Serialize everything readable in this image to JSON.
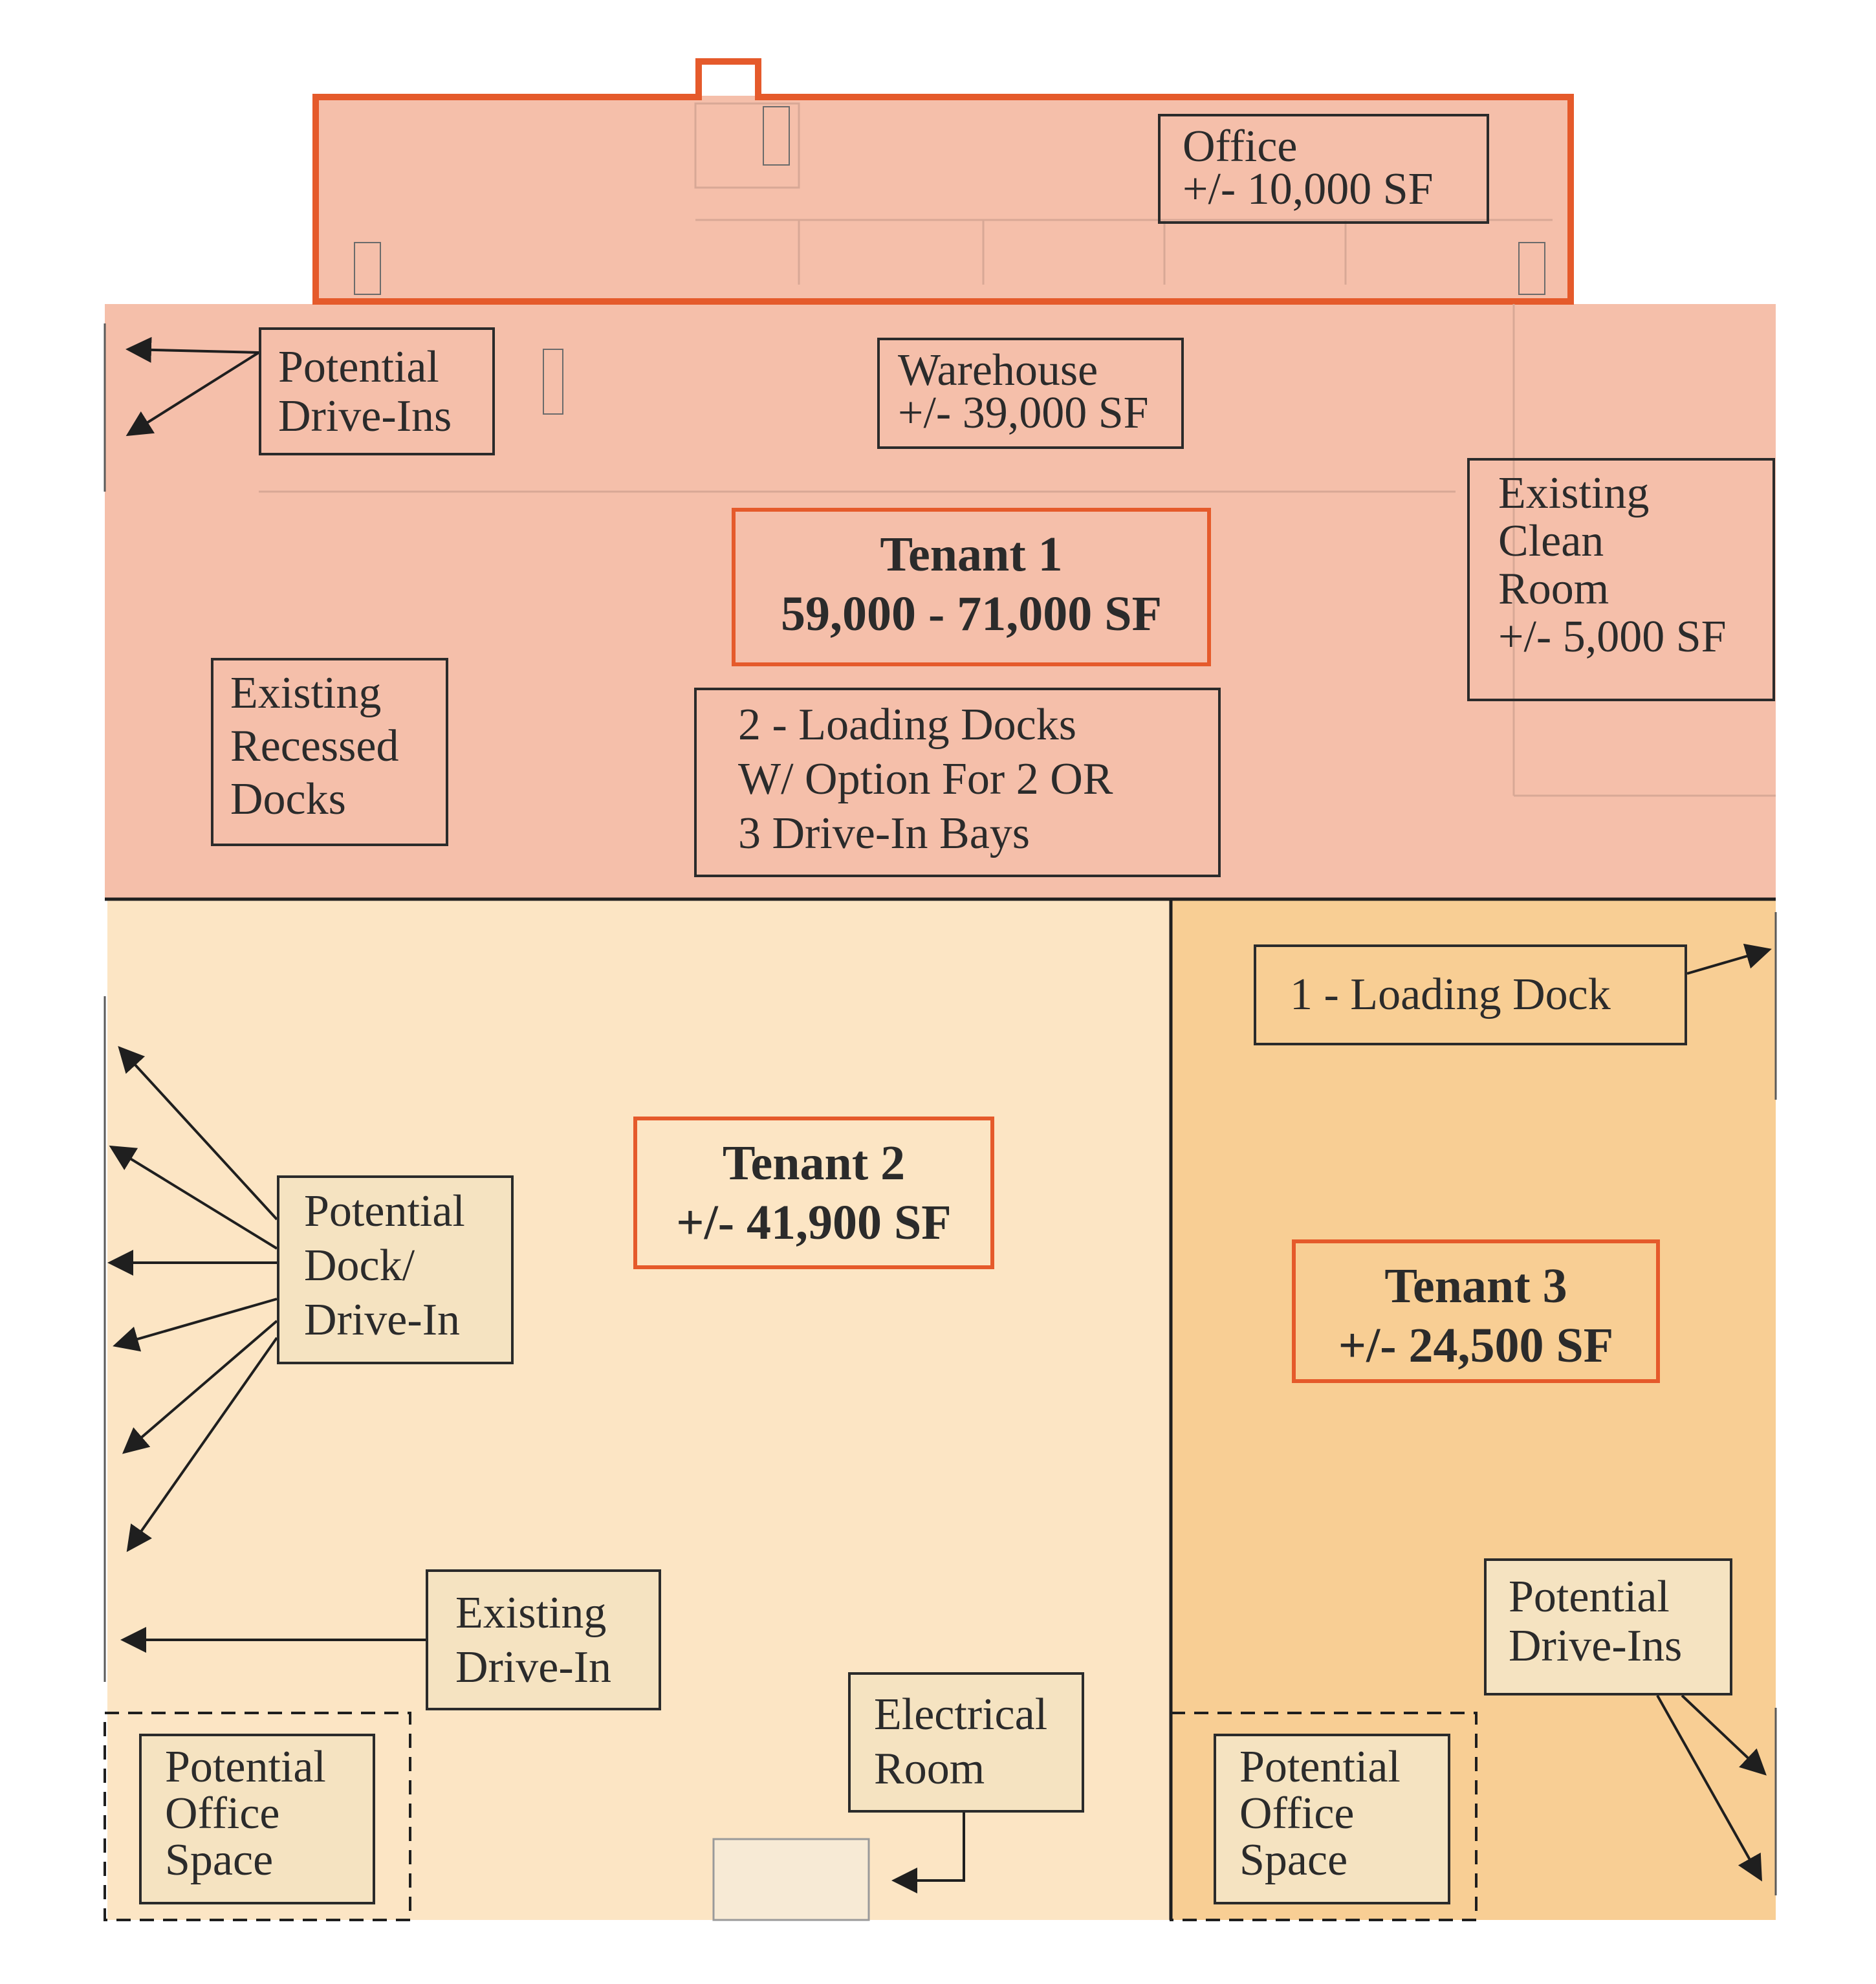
{
  "colors": {
    "tenant1_fill": "#f5bfaa",
    "tenant2_fill": "#fce5c4",
    "tenant3_fill": "#f8ce94",
    "office_outline": "#e55a2b",
    "line": "#1f1f1f",
    "label_fill": "#f5e3c1"
  },
  "areas": {
    "office": {
      "line1": "Office",
      "line2": "+/- 10,000 SF"
    },
    "warehouse": {
      "line1": "Warehouse",
      "line2": "+/- 39,000 SF"
    },
    "clean_room": {
      "line1": "Existing",
      "line2": "Clean",
      "line3": "Room",
      "line4": "+/- 5,000 SF"
    },
    "recessed_docks": {
      "line1": "Existing",
      "line2": "Recessed",
      "line3": "Docks"
    },
    "loading_docks_t1": {
      "line1": "2 - Loading Docks",
      "line2": "W/ Option For 2 OR",
      "line3": "3 Drive-In Bays"
    },
    "drive_ins_t1": {
      "line1": "Potential",
      "line2": "Drive-Ins"
    },
    "dock_drive_in_t2": {
      "line1": "Potential",
      "line2": "Dock/",
      "line3": "Drive-In"
    },
    "existing_drive_in_t2": {
      "line1": "Existing",
      "line2": "Drive-In"
    },
    "office_space_t2": {
      "line1": "Potential",
      "line2": "Office",
      "line3": "Space"
    },
    "electrical_room": {
      "line1": "Electrical",
      "line2": "Room"
    },
    "loading_dock_t3": {
      "line1": "1 - Loading Dock"
    },
    "drive_ins_t3": {
      "line1": "Potential",
      "line2": "Drive-Ins"
    },
    "office_space_t3": {
      "line1": "Potential",
      "line2": "Office",
      "line3": "Space"
    }
  },
  "tenants": {
    "t1": {
      "name": "Tenant 1",
      "size": "59,000 - 71,000 SF"
    },
    "t2": {
      "name": "Tenant 2",
      "size": "+/- 41,900 SF"
    },
    "t3": {
      "name": "Tenant 3",
      "size": "+/- 24,500 SF"
    }
  }
}
